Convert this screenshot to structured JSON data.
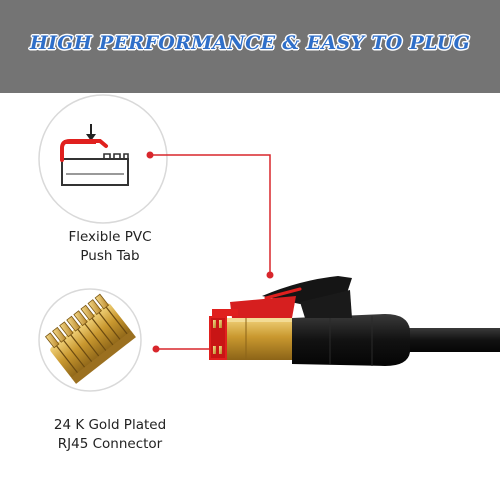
{
  "banner": {
    "title": "HIGH PERFORMANCE & EASY TO PLUG",
    "background_color": "#747474",
    "title_color": "#2f6fc9"
  },
  "callouts": [
    {
      "caption_line1": "Flexible PVC",
      "caption_line2": "Push Tab",
      "icon": "rj45-push-tab-diagram-icon"
    },
    {
      "caption_line1": "24 K Gold Plated",
      "caption_line2": "RJ45 Connector",
      "icon": "gold-contacts-icon"
    }
  ],
  "colors": {
    "leader_line": "#d8262c",
    "tab_red": "#e0201e",
    "gold": "#c9982f",
    "cable_black": "#141414"
  }
}
